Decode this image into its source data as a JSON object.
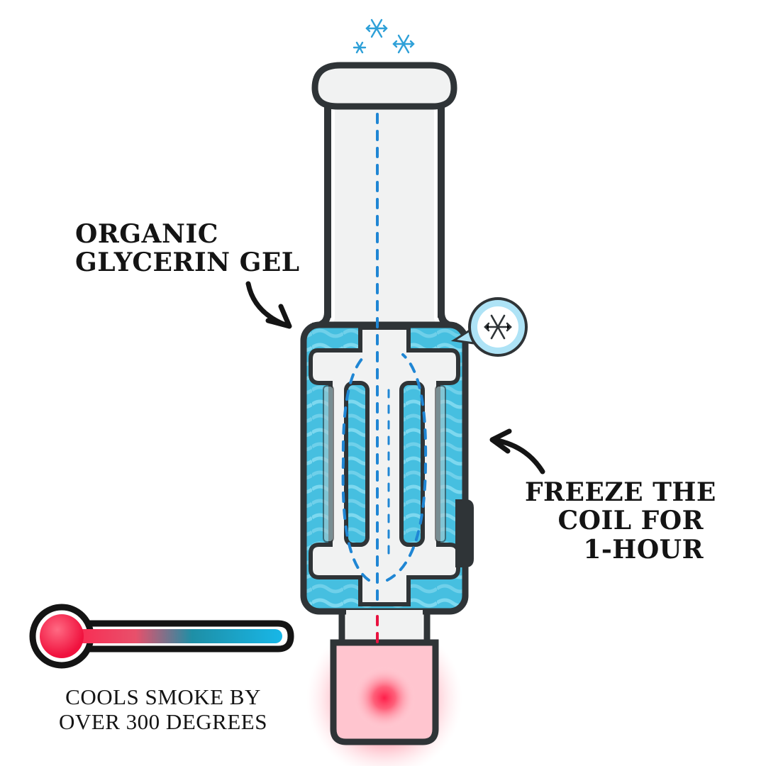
{
  "labels": {
    "gel": [
      "ORGANIC",
      "GLYCERIN GEL"
    ],
    "freeze": [
      "FREEZE THE",
      "COIL FOR",
      "1-HOUR"
    ],
    "cools": [
      "COOLS SMOKE BY",
      "OVER 300 DEGREES"
    ]
  },
  "colors": {
    "outline": "#2f3437",
    "glass": "#f1f2f2",
    "gel": "#46bfe0",
    "gel_wave": "#7dd8ef",
    "arrow_cool": "#1f86d4",
    "arrow_hot": "#e8123f",
    "heat": "#ff3c5a",
    "ice": "#2ea0d8"
  },
  "icons": {
    "top": "snowflake-icon",
    "badge": "snowflake-badge-icon",
    "thermometer": "thermometer-icon"
  }
}
